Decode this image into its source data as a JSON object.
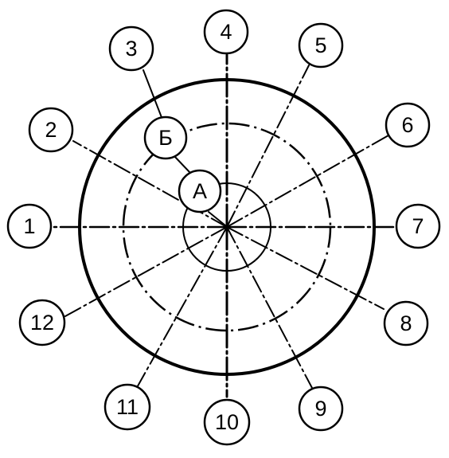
{
  "diagram": {
    "stroke_color": "#000000",
    "background_color": "#ffffff",
    "outer_labels": [
      "1",
      "2",
      "3",
      "4",
      "5",
      "6",
      "7",
      "8",
      "9",
      "10",
      "11",
      "12"
    ],
    "inner_labels": {
      "a": "А",
      "b": "Б"
    }
  }
}
